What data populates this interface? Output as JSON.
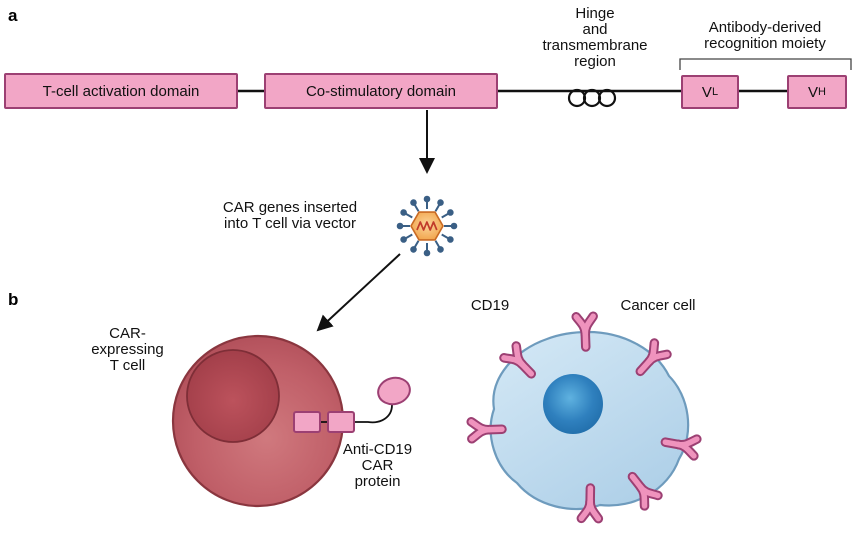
{
  "figure": {
    "panel_a": "a",
    "panel_b": "b"
  },
  "construct": {
    "tcell_activation_domain": "T-cell activation domain",
    "costimulatory_domain": "Co-stimulatory domain",
    "hinge_lines": [
      "Hinge",
      "and",
      "transmembrane",
      "region"
    ],
    "antibody_lines": [
      "Antibody-derived",
      "recognition moiety"
    ],
    "vl_main": "V",
    "vl_sub": "L",
    "vh_main": "V",
    "vh_sub": "H"
  },
  "vector": {
    "caption_lines": [
      "CAR genes inserted",
      "into T cell via vector"
    ]
  },
  "panel_b": {
    "tcell_lines": [
      "CAR-",
      "expressing",
      "T cell"
    ],
    "car_protein_lines": [
      "Anti-CD19",
      "CAR",
      "protein"
    ],
    "cd19_label": "CD19",
    "cancer_cell_label": "Cancer cell"
  },
  "colors": {
    "domain_box_fill": "#F2A6C6",
    "domain_box_border": "#9C4073",
    "tcell_body": "#C2646C",
    "tcell_nucleus": "#A84751",
    "cancer_body": "#BFDCEF",
    "cancer_nucleus": "#2E7FBD",
    "virus_capsid": "#F5A64B",
    "virus_spikes": "#3A5F85",
    "receptor_pink": "#EF93BD",
    "line": "#111111"
  }
}
